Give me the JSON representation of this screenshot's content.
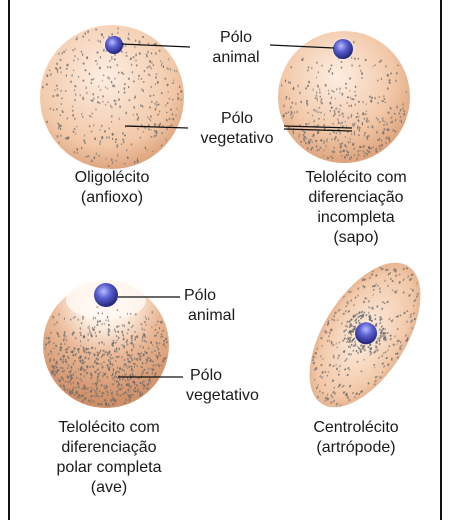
{
  "diagram": {
    "colors": {
      "egg_light": "#fdeee2",
      "egg_mid": "#f2c8a8",
      "egg_dark": "#d89a72",
      "yolk_dots": "#6a6a6a",
      "nucleus": "#3a3fb8",
      "nucleus_highlight": "#b9bcff",
      "line": "#111111"
    },
    "eggs": [
      {
        "id": "oligolecito",
        "caption_lines": [
          "Oligolécito",
          "(anfioxo)"
        ],
        "pole_labels": [
          {
            "lines": [
              "Pólo",
              "animal"
            ]
          },
          {
            "lines": [
              "Pólo",
              "vegetativo"
            ]
          }
        ]
      },
      {
        "id": "telolecito-incompleta",
        "caption_lines": [
          "Telolécito com",
          "diferenciação",
          "incompleta",
          "(sapo)"
        ]
      },
      {
        "id": "telolecito-completa",
        "caption_lines": [
          "Telolécito com",
          "diferenciação",
          "polar completa",
          "(ave)"
        ],
        "pole_labels": [
          {
            "lines": [
              "Pólo",
              "animal"
            ]
          },
          {
            "lines": [
              "Pólo",
              "vegetativo"
            ]
          }
        ]
      },
      {
        "id": "centrolecito",
        "caption_lines": [
          "Centrolécito",
          "(artrópode)"
        ]
      }
    ]
  }
}
